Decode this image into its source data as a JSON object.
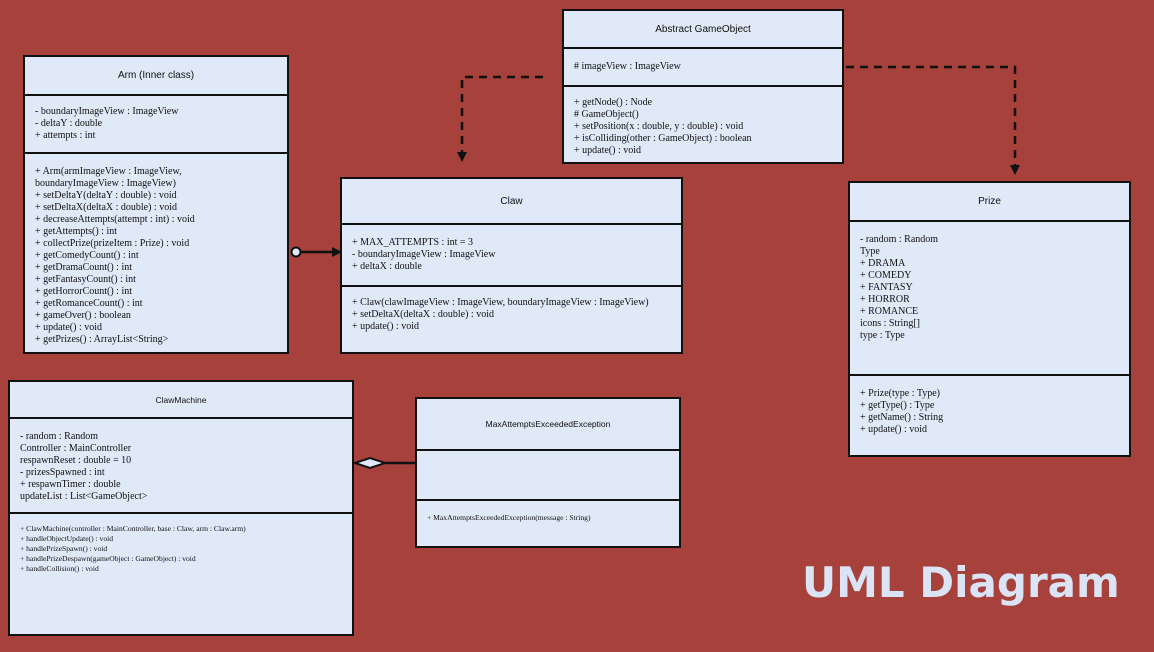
{
  "heading": "UML Diagram",
  "classes": {
    "arm": {
      "name": "Arm (Inner class)",
      "attributes": [
        "- boundaryImageView : ImageView",
        "- deltaY : double",
        "+ attempts : int"
      ],
      "methods": [
        "+ Arm(armImageView : ImageView,",
        "boundaryImageView : ImageView)",
        "+ setDeltaY(deltaY : double) : void",
        "+ setDeltaX(deltaX : double) : void",
        "+ decreaseAttempts(attempt : int) : void",
        "+ getAttempts() : int",
        "+ collectPrize(prizeItem : Prize) : void",
        "+ getComedyCount() : int",
        "+ getDramaCount() : int",
        "+ getFantasyCount() : int",
        "+ getHorrorCount() : int",
        "+ getRomanceCount() : int",
        "+ gameOver() : boolean",
        "+ update() : void",
        "+ getPrizes() : ArrayList<String>"
      ]
    },
    "game_object": {
      "name": "Abstract GameObject",
      "attributes": [
        "# imageView : ImageView"
      ],
      "methods": [
        "+ getNode() : Node",
        "# GameObject()",
        "+ setPosition(x : double, y : double) : void",
        "+ isColliding(other : GameObject) : boolean",
        "+ update() : void"
      ]
    },
    "claw": {
      "name": "Claw",
      "attributes": [
        "+ MAX_ATTEMPTS : int = 3",
        "- boundaryImageView : ImageView",
        "+ deltaX : double"
      ],
      "methods": [
        "+ Claw(clawImageView : ImageView, boundaryImageView : ImageView)",
        "+ setDeltaX(deltaX : double) : void",
        "+ update() : void"
      ]
    },
    "prize": {
      "name": "Prize",
      "attributes": [
        "- random : Random",
        "",
        "Type",
        "+ DRAMA",
        "+ COMEDY",
        "+ FANTASY",
        "+ HORROR",
        "+ ROMANCE",
        "",
        "icons : String[]",
        "type : Type"
      ],
      "methods": [
        "+ Prize(type : Type)",
        "+ getType() : Type",
        "+ getName() : String",
        "+ update() : void"
      ]
    },
    "claw_machine": {
      "name": "ClawMachine",
      "attributes": [
        "- random : Random",
        "Controller : MainController",
        "respawnReset : double = 10",
        "- prizesSpawned : int",
        "+ respawnTimer : double",
        "updateList : List<GameObject>"
      ],
      "methods": [
        "+ ClawMachine(controller : MainController, base : Claw, arm : Claw.arm)",
        "+ handleObjectUpdate() : void",
        "+ handlePrizeSpawn() : void",
        "+ handlePrizeDespawn(gameObject : GameObject) : void",
        "+ handleCollision() : void"
      ]
    },
    "exception": {
      "name": "MaxAttemptsExceededException",
      "attributes": [],
      "methods": [
        "+ MaxAttemptsExceededException(message : String)"
      ]
    }
  },
  "relations": [
    {
      "from": "game_object",
      "to": "claw",
      "style": "dashed-arrow"
    },
    {
      "from": "game_object",
      "to": "prize",
      "style": "dashed-arrow"
    },
    {
      "from": "arm",
      "to": "claw",
      "style": "nested-arrow"
    },
    {
      "from": "exception",
      "to": "claw_machine",
      "style": "aggregation"
    }
  ],
  "colors": {
    "background": "#a6413c",
    "box_fill": "#dfe9f7",
    "line": "#111111",
    "heading": "#dbe4f5"
  }
}
